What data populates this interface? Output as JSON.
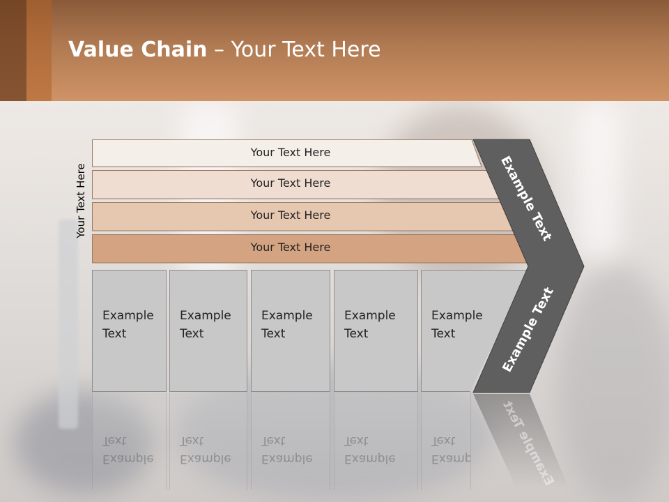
{
  "title": {
    "bold": "Value Chain",
    "rest": " – Your Text Here"
  },
  "side_label": "Your Text Here",
  "bars": [
    {
      "label": "Your Text Here",
      "color": "#f5efe9"
    },
    {
      "label": "Your Text Here",
      "color": "#eeddd0"
    },
    {
      "label": "Your Text Here",
      "color": "#e6c8b1"
    },
    {
      "label": "Your Text Here",
      "color": "#d4a382"
    }
  ],
  "columns": [
    {
      "label": "Example\nText"
    },
    {
      "label": "Example\nText"
    },
    {
      "label": "Example\nText"
    },
    {
      "label": "Example\nText"
    },
    {
      "label": "Example\nText"
    }
  ],
  "chevron": {
    "top_label": "Example Text",
    "bottom_label": "Example Text",
    "color": "#5f5f5f"
  },
  "colors": {
    "header_top": "#8a5a39",
    "header_bottom": "#cf9366",
    "column_fill": "#c8c8c8"
  }
}
